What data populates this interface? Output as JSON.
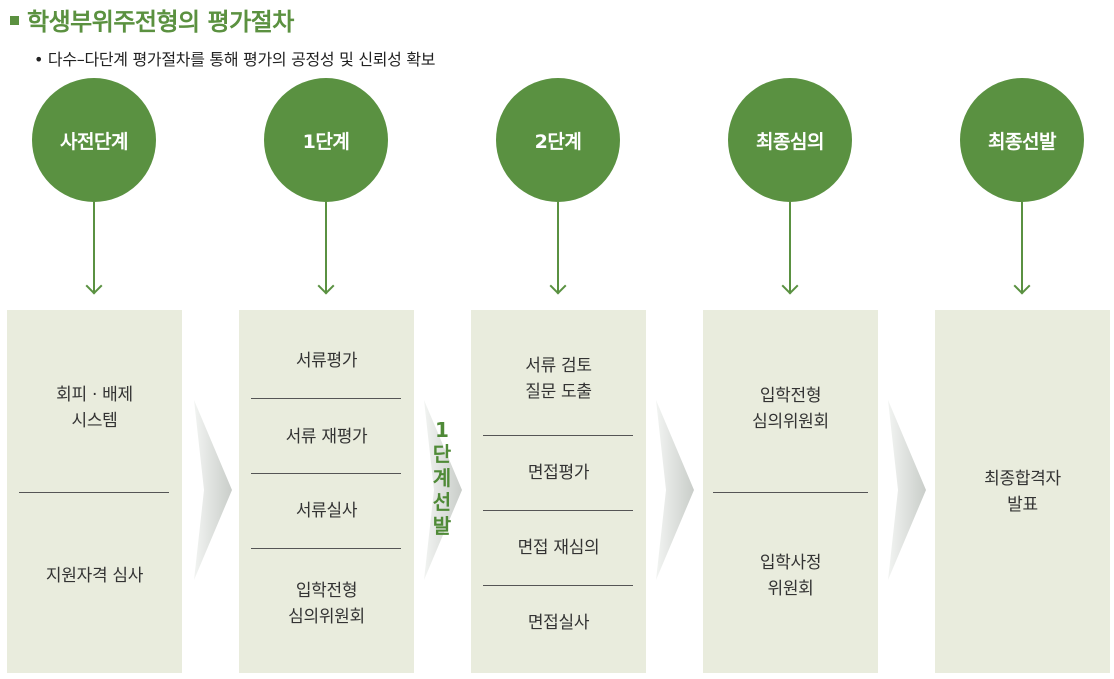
{
  "header": {
    "title": "학생부위주전형의 평가절차",
    "subtitle": "• 다수–다단계 평가절차를 통해 평가의 공정성 및 신뢰성 확보"
  },
  "colors": {
    "accent": "#5a9141",
    "panel": "#e9ecdd",
    "chevron": "#d8dcd8"
  },
  "stages": [
    {
      "label": "사전단계",
      "items": [
        "회피 · 배제\n시스템",
        "지원자격 심사"
      ]
    },
    {
      "label": "1단계",
      "items": [
        "서류평가",
        "서류 재평가",
        "서류실사",
        "입학전형\n심의위원회"
      ]
    },
    {
      "label": "2단계",
      "items": [
        "서류 검토\n질문 도출",
        "면접평가",
        "면접 재심의",
        "면접실사"
      ]
    },
    {
      "label": "최종심의",
      "items": [
        "입학전형\n심의위원회",
        "입학사정\n위원회"
      ]
    },
    {
      "label": "최종선발",
      "items": [
        "최종합격자\n발표"
      ]
    }
  ],
  "transition_label": "1\n단\n계\n선\n발"
}
